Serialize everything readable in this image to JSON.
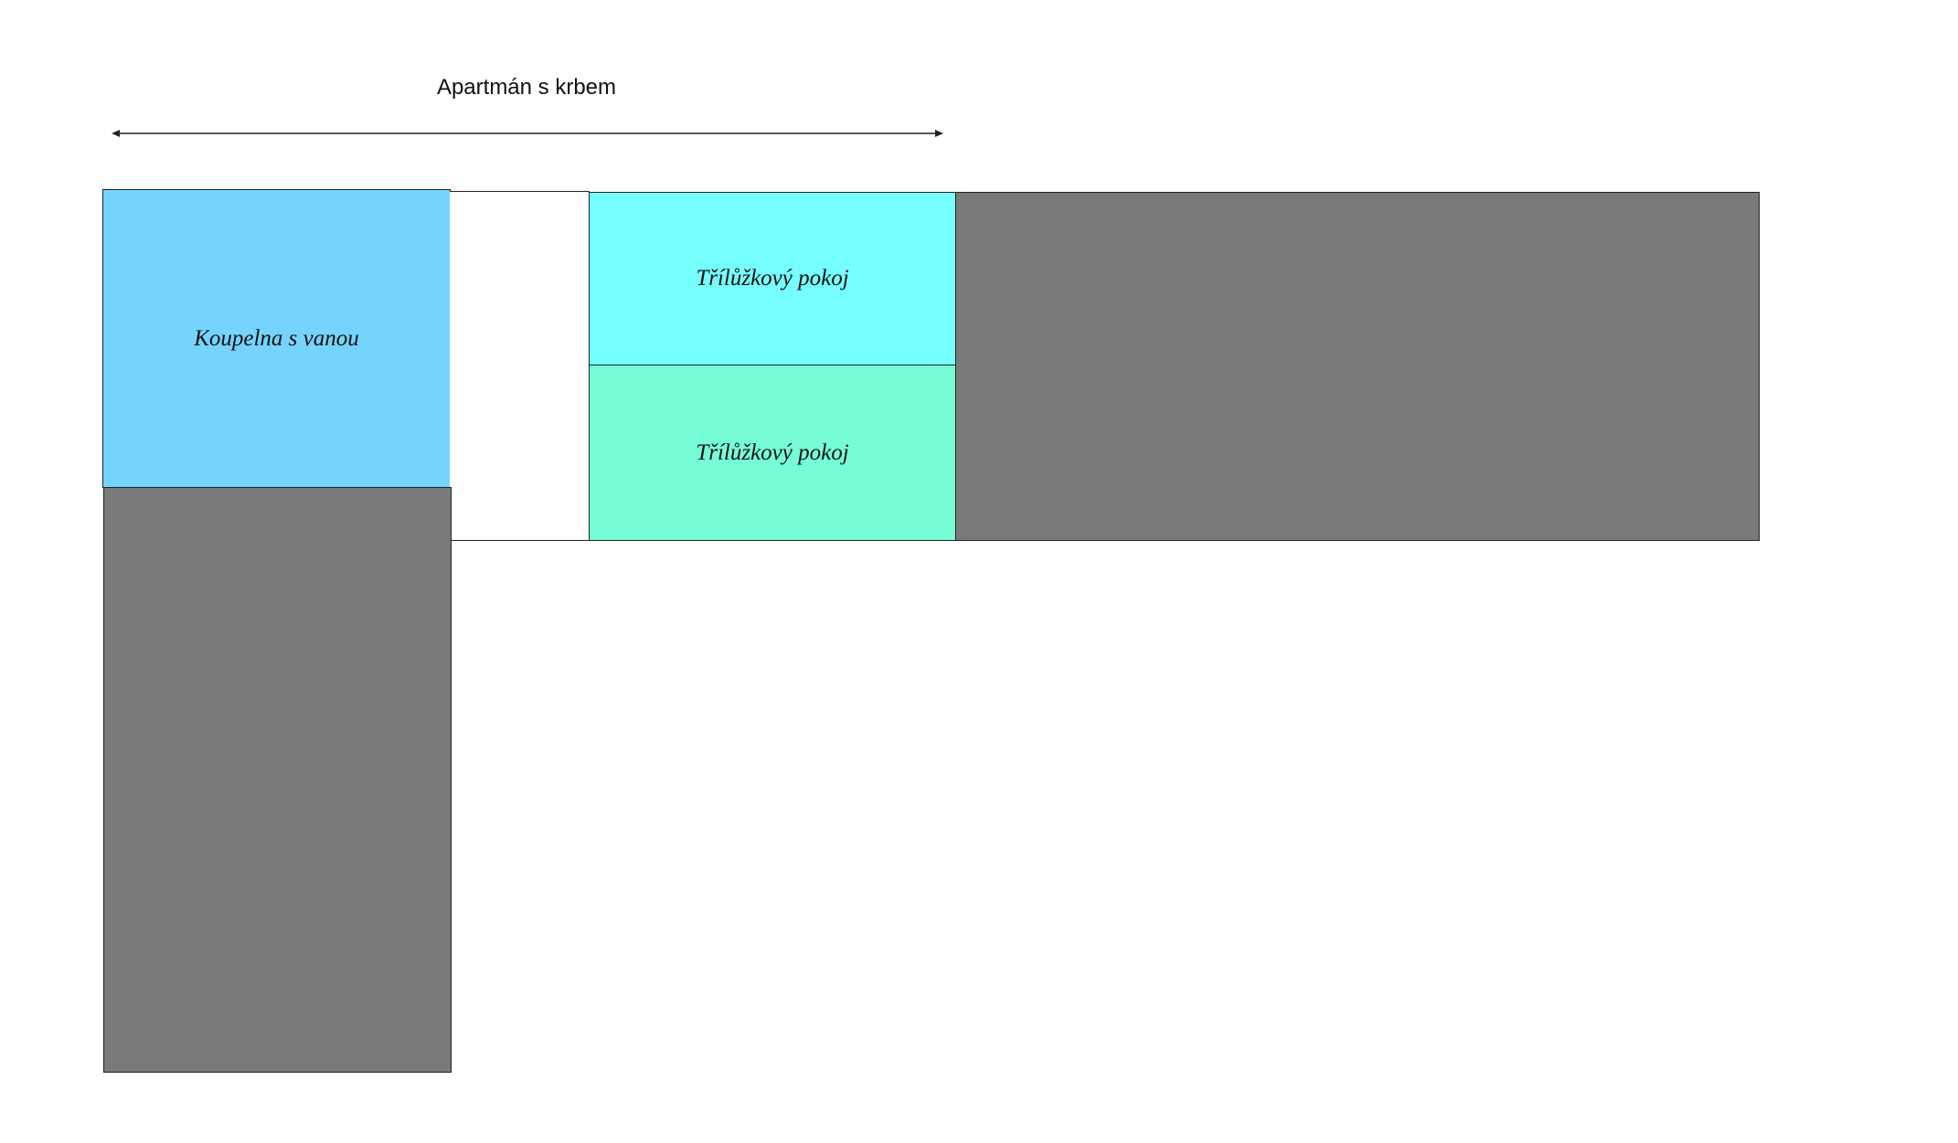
{
  "diagram": {
    "title": "Apartmán s krbem",
    "rooms": [
      {
        "id": "bathroom",
        "label": "Koupelna s vanou",
        "color": "#74d4fd"
      },
      {
        "id": "room-top",
        "label": "Třílůžkový pokoj",
        "color": "#76fefe"
      },
      {
        "id": "room-bottom",
        "label": "Třílůžkový pokoj",
        "color": "#76fdd8"
      }
    ],
    "colors": {
      "block": "#7a7a7a",
      "outline": "#222222",
      "background": "#ffffff"
    }
  }
}
